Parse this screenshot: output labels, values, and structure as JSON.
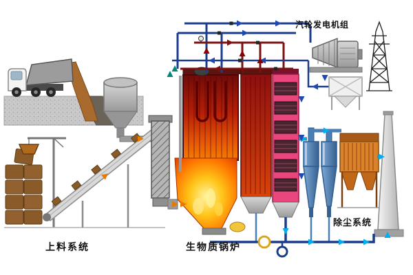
{
  "diagram": {
    "title_labels": {
      "turbine_generator": "汽轮发电机组",
      "feeding_system": "上料系统",
      "biomass_boiler": "生物质锅炉",
      "dust_removal": "除尘系统"
    },
    "colors": {
      "furnace_dark_red": "#7a0f0b",
      "furnace_orange": "#f57e00",
      "flame_yellow": "#ffe14d",
      "economizer_pink": "#e8467c",
      "pipe_blue": "#1b3c8c",
      "pipe_maroon": "#7a1010",
      "arrow_dark_red": "#8b0000",
      "arrow_cyan": "#00aeef",
      "arrow_orange": "#e87800",
      "arrow_teal": "#00897b",
      "cyclone_blue": "#4a7fb5",
      "bag_filter_orange": "#d9822b",
      "bale_brown": "#8a5a28"
    }
  }
}
